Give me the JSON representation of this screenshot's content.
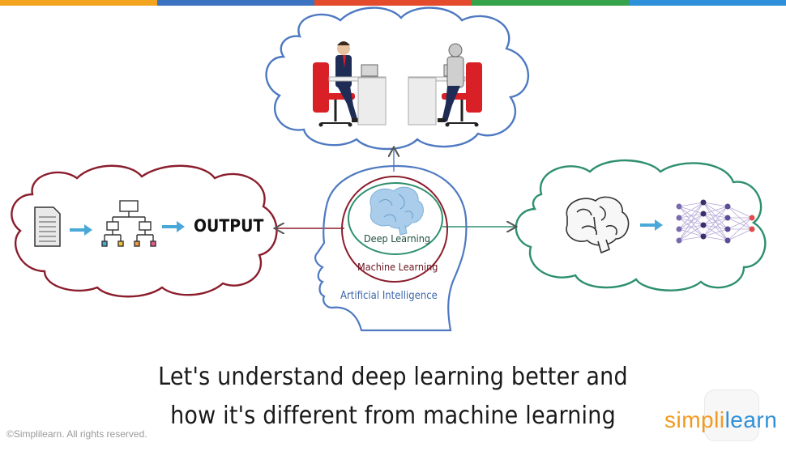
{
  "colors": {
    "top_bar": [
      "#f2a41f",
      "#3c73c0",
      "#e44a2c",
      "#36a34a",
      "#2e8fda"
    ],
    "machine_learning_ring": "#8b1d2c",
    "deep_learning_ring": "#2e8f6f",
    "ai_head": "#4e79c1",
    "output_cloud": "#8b1d2c",
    "deep_cloud": "#2e8f6f",
    "top_cloud": "#4e79c1",
    "arrow_blue": "#4aa8d8"
  },
  "diagram": {
    "labels": {
      "output": "OUTPUT",
      "deep_learning": "Deep Learning",
      "machine_learning": "Machine Learning",
      "artificial_intelligence": "Artificial Intelligence"
    },
    "icons": {
      "document": "document-icon",
      "flowchart": "flowchart-icon",
      "brain_center": "brain-icon",
      "brain_right": "brain-icon",
      "neural_network": "neural-network-icon",
      "businessman": "businessman-at-desk-icon",
      "robot": "robot-at-desk-icon"
    }
  },
  "caption": {
    "line1": "Let's understand deep learning better and",
    "line2": "how it's different from machine learning"
  },
  "footer": {
    "copyright": "©Simplilearn. All rights reserved.",
    "brand_part1": "simpli",
    "brand_part2": "learn"
  }
}
